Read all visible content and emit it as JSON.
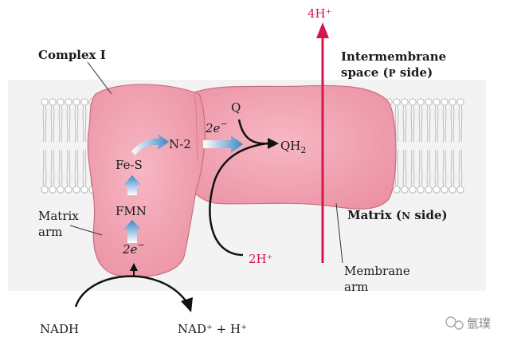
{
  "labels": {
    "complex_i": "Complex I",
    "intermembrane_line1": "Intermembrane",
    "intermembrane_line2_a": "space (",
    "intermembrane_line2_p": "P",
    "intermembrane_line2_b": " side)",
    "matrix_side_a": "Matrix (",
    "matrix_side_n": "N",
    "matrix_side_b": " side)",
    "matrix_arm_line1": "Matrix",
    "matrix_arm_line2": "arm",
    "membrane_arm_line1": "Membrane",
    "membrane_arm_line2": "arm",
    "nadh": "NADH",
    "nad_plus": "NAD⁺ + H⁺",
    "four_h_plus": "4H⁺",
    "two_h_plus": "2H⁺",
    "fmn": "FMN",
    "fe_s": "Fe-S",
    "n2": "N-2",
    "q": "Q",
    "qh2": "QH",
    "qh2_sub": "2",
    "two_e_bottom": "2e",
    "two_e_top": "2e",
    "e_sup": "−",
    "watermark": "氩璞"
  },
  "colors": {
    "complex": "#f0a0b0",
    "complex_edge": "#c06878",
    "membrane_lipid": "#b8b8b8",
    "proton_arrow": "#d5174f",
    "electron_arrow": "#4a90c8",
    "background_band": "#f2f2f2"
  }
}
